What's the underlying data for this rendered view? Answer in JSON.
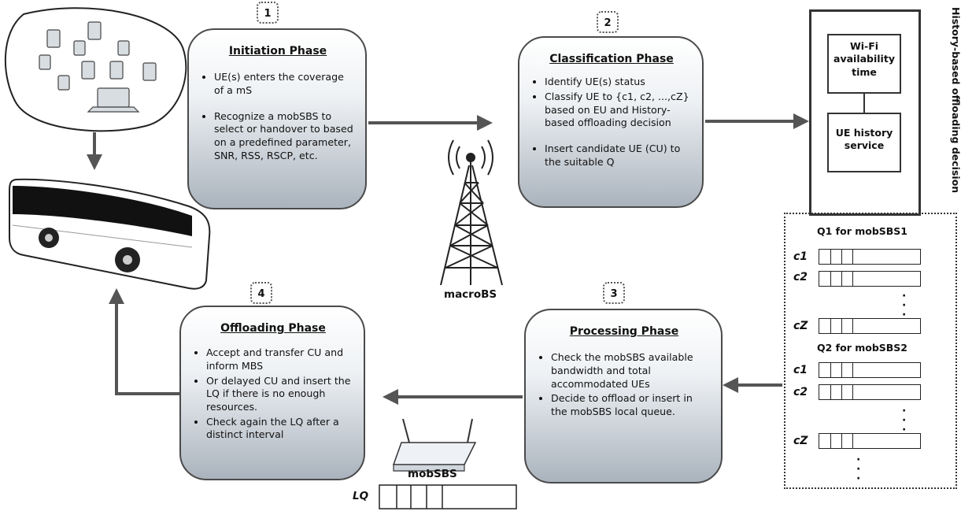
{
  "phases": [
    {
      "number": "1",
      "title": "Initiation Phase",
      "bullets": [
        "UE(s) enters the coverage of a mS",
        "Recognize a mobSBS to select or handover to based on a predefined parameter, SNR, RSS, RSCP, etc."
      ]
    },
    {
      "number": "2",
      "title": "Classification Phase",
      "bullets": [
        "Identify UE(s) status",
        "Classify UE to {c1, c2, ...,cZ} based on EU and History-based offloading decision",
        "Insert candidate UE (CU) to the suitable Q"
      ]
    },
    {
      "number": "3",
      "title": "Processing  Phase",
      "bullets": [
        "Check the mobSBS available bandwidth and total accommodated UEs",
        "Decide to offload or insert in the mobSBS local queue."
      ]
    },
    {
      "number": "4",
      "title": "Offloading  Phase",
      "bullets": [
        "Accept and transfer CU and inform MBS",
        "Or delayed CU and insert the LQ if there is no enough resources.",
        "Check again the LQ after a distinct interval"
      ]
    }
  ],
  "history": {
    "title": "History-based offloading decision",
    "box1": "Wi-Fi availability time",
    "box2": "UE history service"
  },
  "queues": [
    {
      "label": "Q1 for mobSBS1",
      "rows": [
        "c1",
        "c2",
        "cZ"
      ]
    },
    {
      "label": "Q2 for mobSBS2",
      "rows": [
        "c1",
        "c2",
        "cZ"
      ]
    }
  ],
  "labels": {
    "macro": "macroBS",
    "mob": "mobSBS",
    "lq": "LQ"
  }
}
